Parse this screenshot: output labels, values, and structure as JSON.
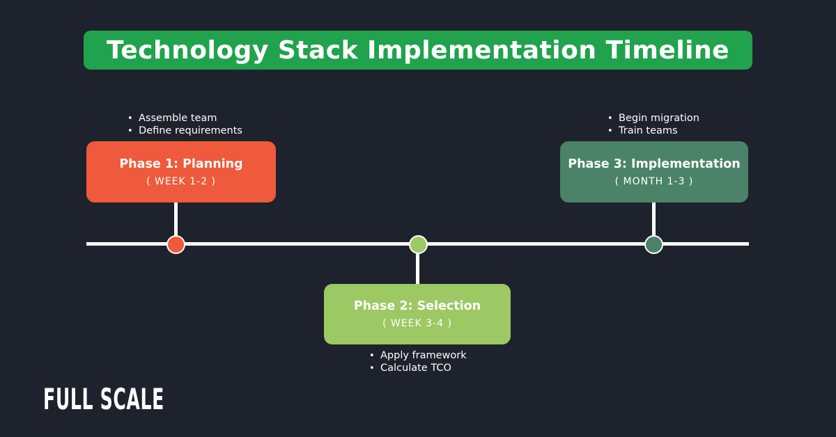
{
  "title": {
    "text": "Technology Stack Implementation Timeline",
    "banner_color": "#21A24D"
  },
  "colors": {
    "background": "#1E222C",
    "timeline_line": "#FFFFFF",
    "text": "#FFFFFF"
  },
  "bullet_char": "•",
  "phases": [
    {
      "name": "Phase 1: Planning",
      "duration": "( WEEK 1-2 )",
      "color": "#EE5A3B",
      "bullets_position": "above",
      "bullets": [
        "Assemble team",
        "Define requirements"
      ]
    },
    {
      "name": "Phase 2: Selection",
      "duration": "( WEEK 3-4 )",
      "color": "#9CC963",
      "bullets_position": "below",
      "bullets": [
        "Apply framework",
        "Calculate TCO"
      ]
    },
    {
      "name": "Phase 3: Implementation",
      "duration": "( MONTH 1-3 )",
      "color": "#4A8367",
      "bullets_position": "above",
      "bullets": [
        "Begin migration",
        "Train teams"
      ]
    }
  ],
  "logo": {
    "text": "FULL SCALE"
  }
}
